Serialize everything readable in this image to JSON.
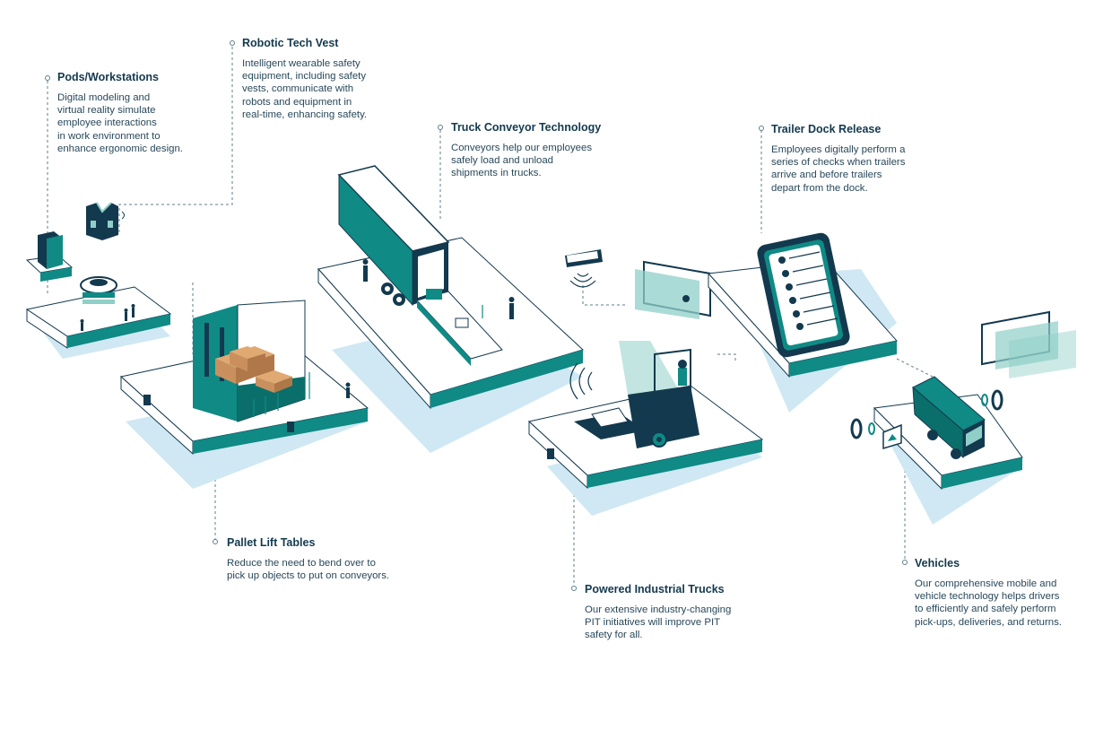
{
  "colors": {
    "teal": "#0f8a85",
    "teal_dark": "#0a6f6b",
    "navy": "#13394e",
    "shadow_blue": "#cfe8f3",
    "light_teal": "#8fcfc8",
    "box_brown": "#c9905e"
  },
  "callouts": {
    "pods": {
      "title": "Pods/Workstations",
      "lines": [
        "Digital modeling and",
        "virtual reality simulate",
        "employee interactions",
        "in work environment to",
        "enhance ergonomic design."
      ]
    },
    "vest": {
      "title": "Robotic Tech Vest",
      "lines": [
        "Intelligent wearable safety",
        "equipment, including safety",
        "vests, communicate with",
        "robots and equipment in",
        "real-time, enhancing safety."
      ]
    },
    "conveyor": {
      "title": "Truck Conveyor Technology",
      "lines": [
        "Conveyors help our employees",
        "safely load and unload",
        "shipments in trucks."
      ]
    },
    "trailer": {
      "title": "Trailer Dock Release",
      "lines": [
        "Employees digitally perform a",
        "series of checks when trailers",
        "arrive and before trailers",
        "depart from the dock."
      ]
    },
    "pallet": {
      "title": "Pallet Lift Tables",
      "lines": [
        "Reduce the need to bend over to",
        "pick up objects to put on conveyors."
      ]
    },
    "pit": {
      "title": "Powered Industrial Trucks",
      "lines": [
        "Our extensive industry-changing",
        "PIT initiatives will improve PIT",
        "safety for all."
      ]
    },
    "vehicles": {
      "title": "Vehicles",
      "lines": [
        "Our comprehensive mobile and",
        "vehicle technology helps drivers",
        "to efficiently and safely perform",
        "pick-ups, deliveries, and returns."
      ]
    }
  },
  "icons": {
    "vr_headset": "vr-headset-icon",
    "vest": "safety-vest-icon",
    "phone": "smartphone-checklist-icon",
    "sensor": "wireless-sensor-icon",
    "truck": "delivery-truck-icon",
    "forklift": "forklift-icon"
  }
}
